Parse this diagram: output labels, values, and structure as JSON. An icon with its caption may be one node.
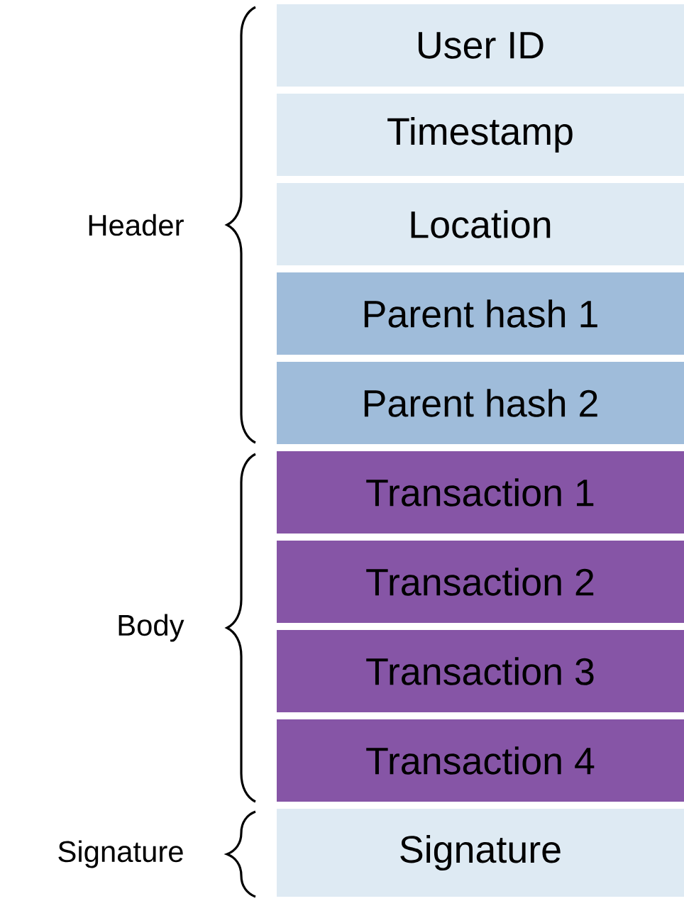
{
  "diagram": {
    "nodes": [
      {
        "text": [
          "User ID"
        ]
      },
      {
        "text": [
          "Timestamp"
        ]
      },
      {
        "text": [
          "Location"
        ]
      },
      {
        "text": [
          "Parent hash 1"
        ]
      },
      {
        "text": [
          "Parent hash 2"
        ]
      },
      {
        "text": [
          "Transaction 1"
        ]
      },
      {
        "text": [
          "Transaction 2"
        ]
      },
      {
        "text": [
          "Transaction 3"
        ]
      },
      {
        "text": [
          "Transaction 4"
        ]
      },
      {
        "text": [
          "Signature"
        ]
      }
    ],
    "labels": [
      "Header",
      "Body",
      "Signature"
    ]
  }
}
